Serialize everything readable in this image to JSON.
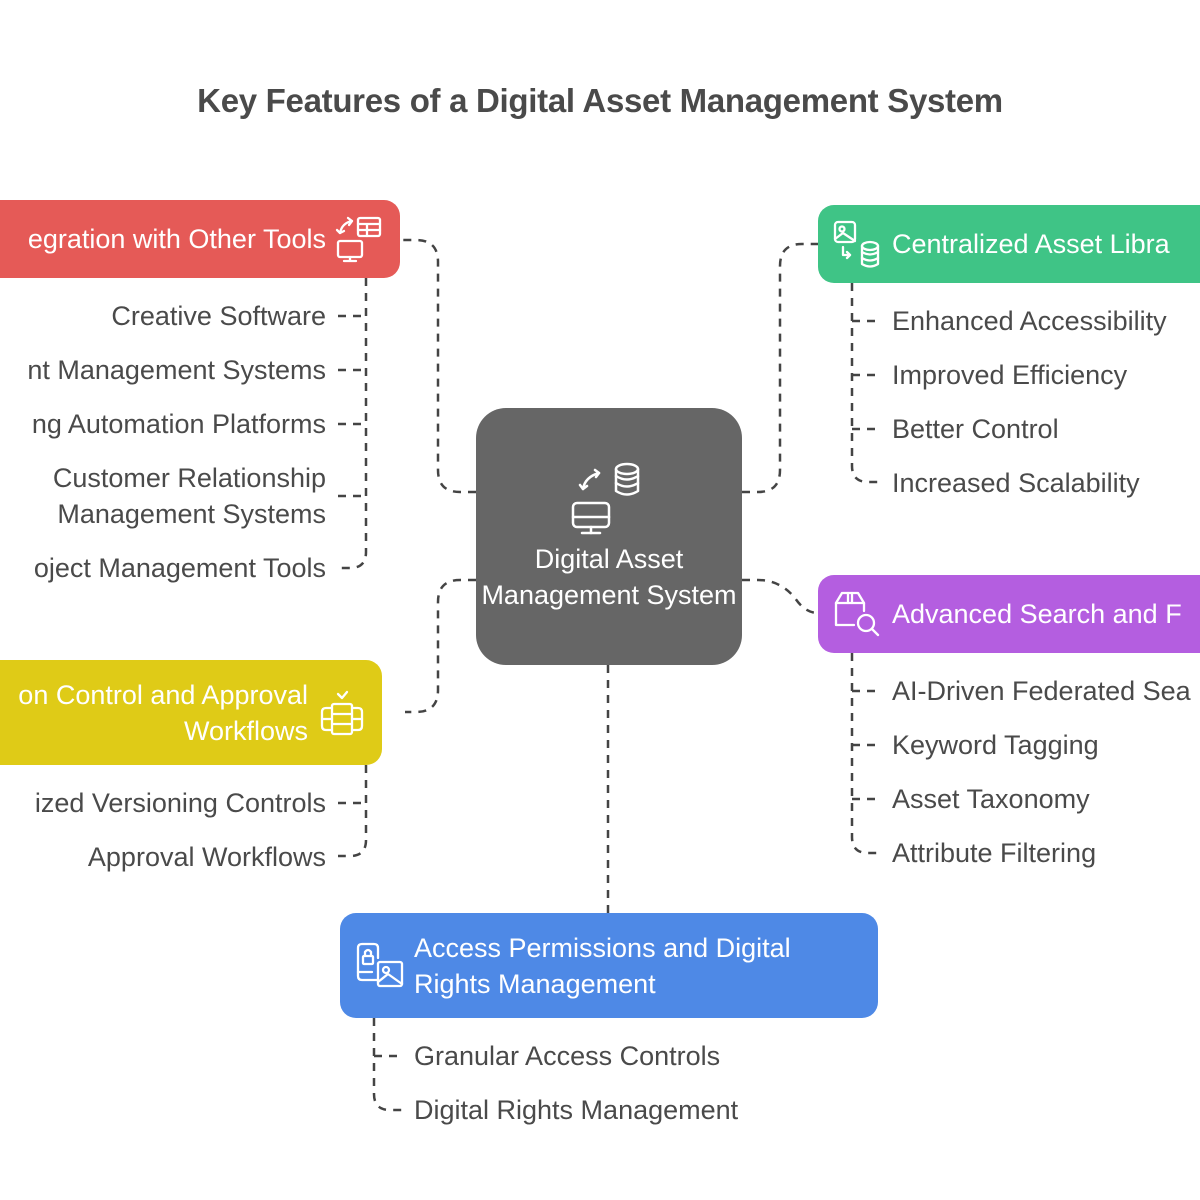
{
  "title": "Key Features of a Digital Asset Management System",
  "center": {
    "label": "Digital Asset Management System",
    "icon": "computer-database-sync-icon",
    "color": "#666666"
  },
  "branches": {
    "integration": {
      "label": "egration with Other Tools",
      "icon": "integration-table-monitor-icon",
      "color": "#e55a57",
      "items": [
        "Creative Software",
        "nt Management Systems",
        "ng Automation Platforms",
        "Customer Relationship Management Systems",
        "oject Management Tools"
      ]
    },
    "version": {
      "label": "on Control and Approval Workflows",
      "icon": "versioning-stack-check-icon",
      "color": "#dfcb17",
      "items": [
        "ized Versioning Controls",
        "Approval Workflows"
      ]
    },
    "central": {
      "label": "Centralized Asset Libra",
      "icon": "image-database-icon",
      "color": "#3fc486",
      "items": [
        "Enhanced Accessibility",
        "Improved Efficiency",
        "Better Control",
        "Increased Scalability"
      ]
    },
    "search": {
      "label": "Advanced Search and F",
      "icon": "box-search-icon",
      "color": "#b45ee0",
      "items": [
        "AI-Driven Federated Sea",
        "Keyword Tagging",
        "Asset Taxonomy",
        "Attribute Filtering"
      ]
    },
    "access": {
      "label": "Access Permissions and Digital Rights Management",
      "icon": "lock-image-icon",
      "color": "#4e89e6",
      "items": [
        "Granular Access Controls",
        "Digital Rights Management"
      ]
    }
  }
}
